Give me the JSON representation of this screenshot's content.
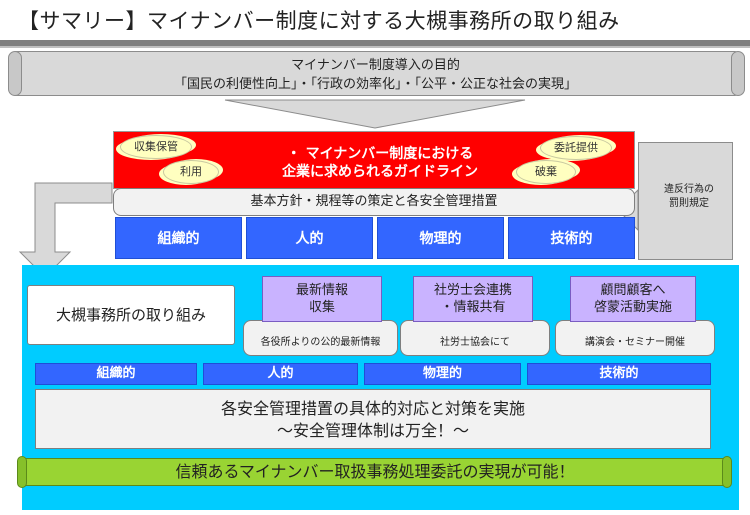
{
  "title": "【サマリー】マイナンバー制度に対する大槻事務所の取り組み",
  "purpose": {
    "line1": "マイナンバー制度導入の目的",
    "line2": "「国民の利便性向上」・「行政の効率化」・「公平・公正な社会の実現」"
  },
  "guideline": {
    "line1": "・ マイナンバー制度における",
    "line2": "企業に求められるガイドライン",
    "clouds": [
      "収集保管",
      "利用",
      "委託提供",
      "破棄"
    ]
  },
  "policy": "基本方針・規程等の策定と各安全管理措置",
  "measures_top": [
    "組織的",
    "人的",
    "物理的",
    "技術的"
  ],
  "penalty": {
    "line1": "違反行為の",
    "line2": "罰則規定"
  },
  "office": {
    "label": "大槻事務所の取り組み",
    "scrolls": [
      {
        "line1": "最新情報",
        "line2": "収集",
        "plate": "各役所よりの公的最新情報"
      },
      {
        "line1": "社労士会連携",
        "line2": "・情報共有",
        "plate": "社労士協会にて"
      },
      {
        "line1": "顧問顧客へ",
        "line2": "啓蒙活動実施",
        "plate": "講演会・セミナー開催"
      }
    ],
    "measures": [
      "組織的",
      "人的",
      "物理的",
      "技術的"
    ],
    "implement_line1": "各安全管理措置の具体的対応と対策を実施",
    "implement_line2": "～安全管理体制は万全！～"
  },
  "conclusion": "信頼あるマイナンバー取扱事務処理委託の実現が可能！",
  "colors": {
    "red": "#ff0000",
    "blue": "#3366ff",
    "cyan": "#00ccff",
    "green": "#99d433",
    "purple": "#c9b3ff",
    "cloud": "#ffffc0"
  }
}
